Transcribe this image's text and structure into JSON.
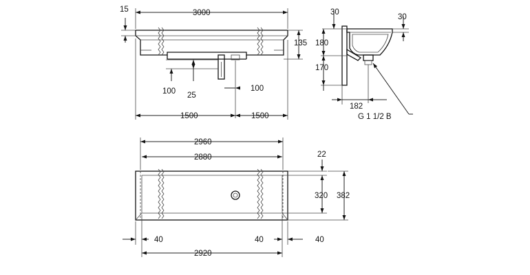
{
  "front_view": {
    "overall_width": "3000",
    "rim_height": "15",
    "depth": "135",
    "bracket_offset": "100",
    "bracket_width": "25",
    "outlet_offset": "100",
    "half_left": "1500",
    "half_right": "1500"
  },
  "side_view": {
    "top_rim_left": "30",
    "top_rim_right": "30",
    "upper_height": "180",
    "lower_height": "170",
    "outlet_distance": "182",
    "outlet_thread": "G 1 1/2 B"
  },
  "plan_view": {
    "outer_width": "2960",
    "inner_width": "2880",
    "rim": "22",
    "inner_depth": "320",
    "outer_depth": "382",
    "left_end": "40",
    "right_end": "40",
    "far_right": "40",
    "bottom_width": "2920"
  }
}
